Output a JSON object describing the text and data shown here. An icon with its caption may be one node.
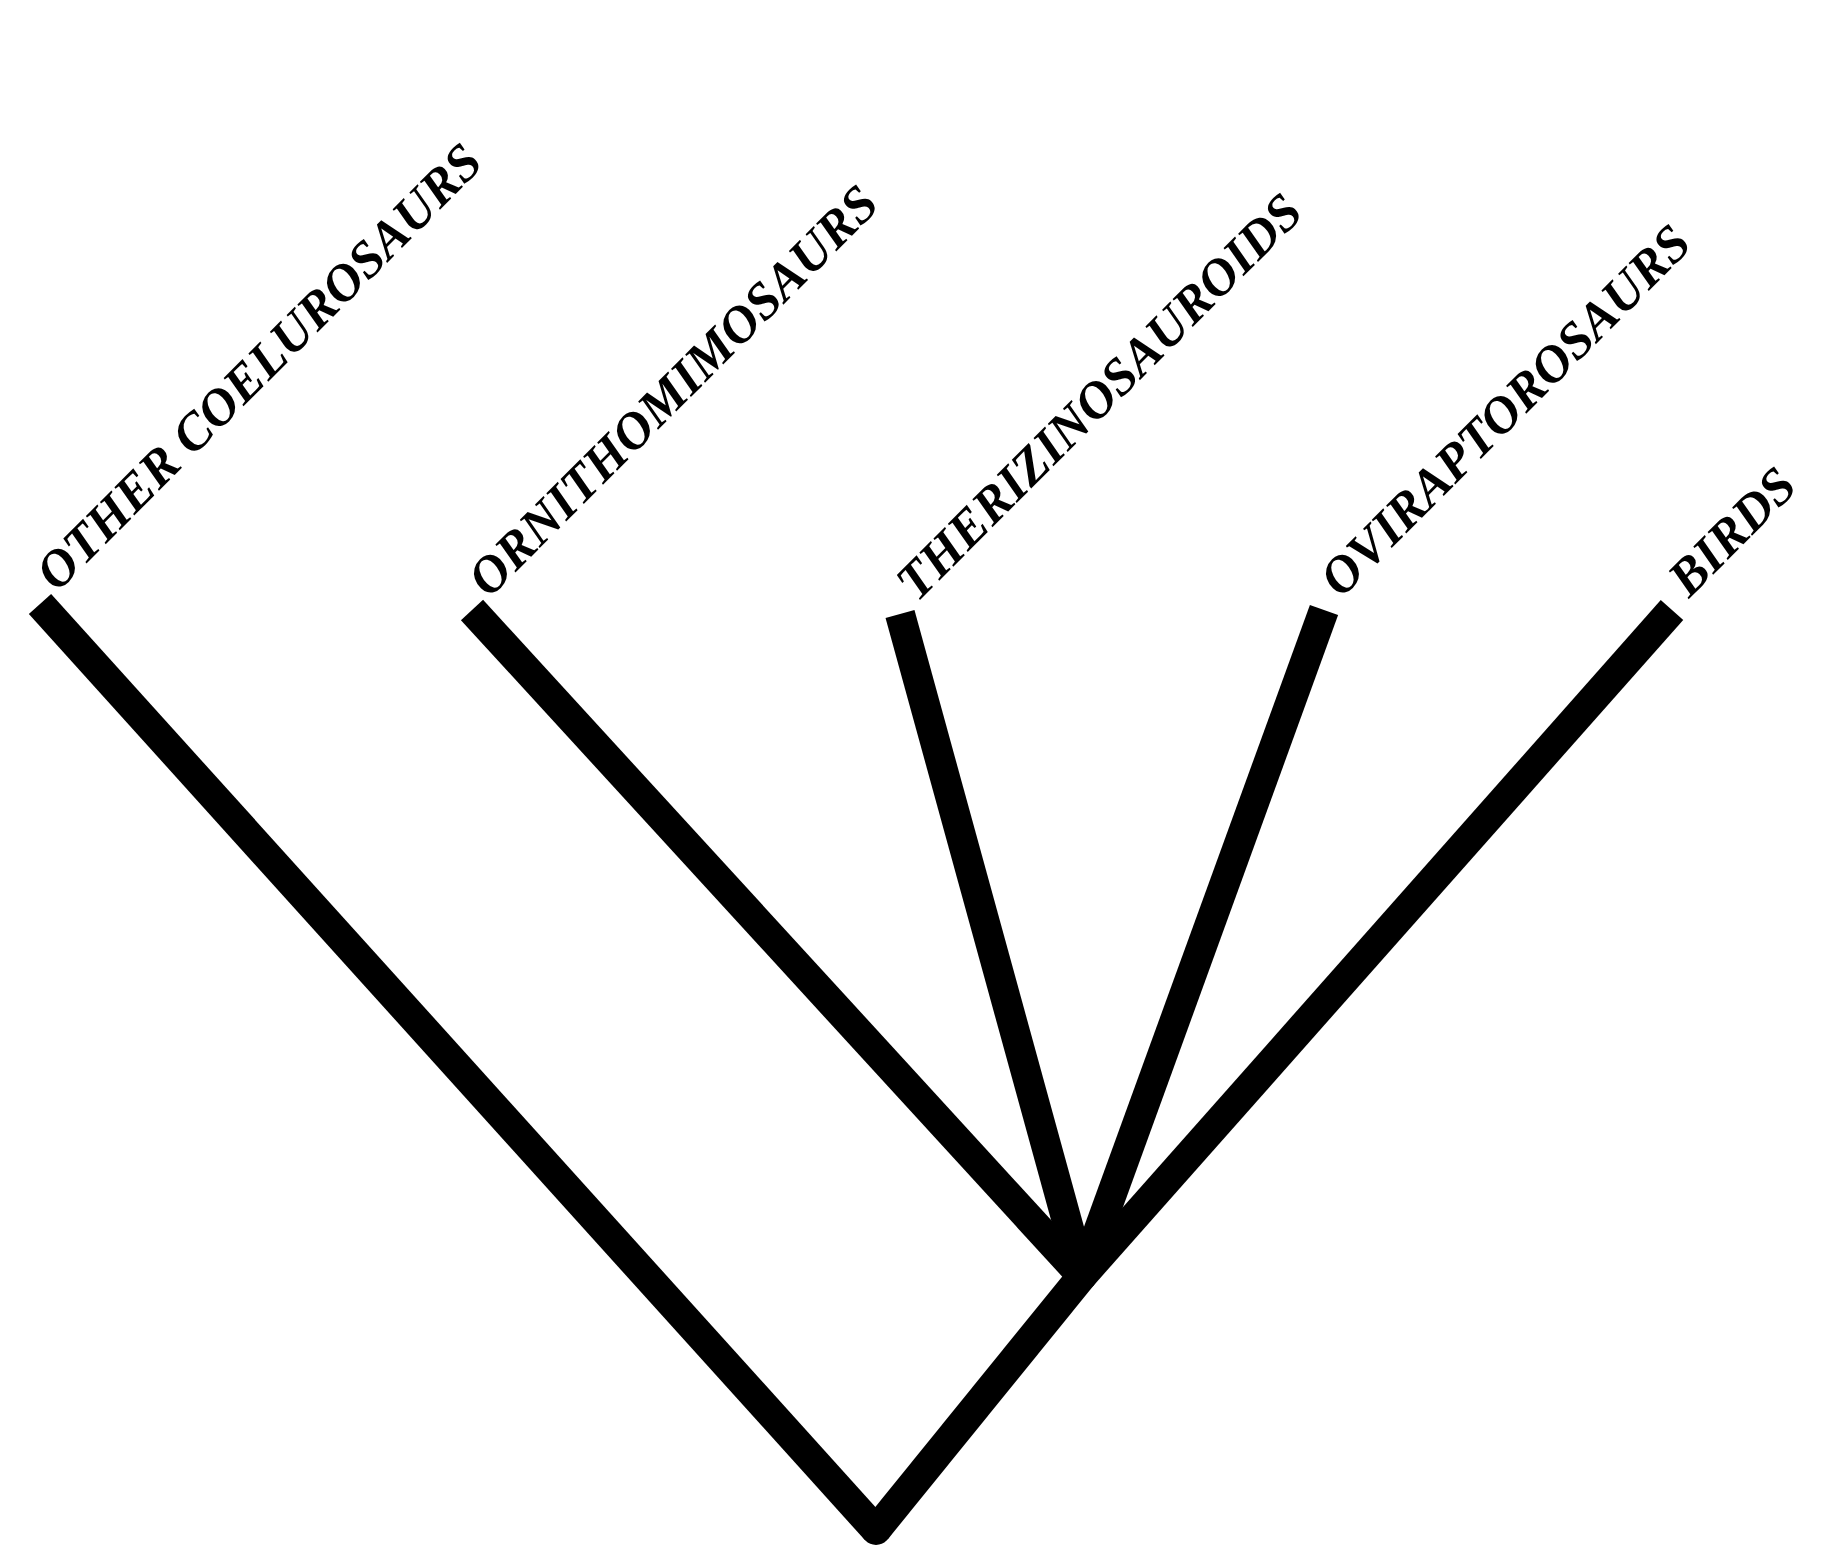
{
  "diagram": {
    "nodes": [
      {
        "text": [
          "OTHER COELUROSAURS"
        ]
      },
      {
        "text": [
          "ORNITHOMIMOSAURS"
        ]
      },
      {
        "text": [
          "THERIZINOSAUROIDS"
        ]
      },
      {
        "text": [
          "OVIRAPTOROSAURS"
        ]
      },
      {
        "text": [
          "BIRDS"
        ]
      },
      {
        "text": [],
        "shape": "point"
      },
      {
        "text": [],
        "shape": "point"
      }
    ],
    "edges": [
      {
        "from": 5,
        "to": 0,
        "arrow": "none"
      },
      {
        "from": 5,
        "to": 6,
        "arrow": "none"
      },
      {
        "from": 6,
        "to": 1,
        "arrow": "none"
      },
      {
        "from": 6,
        "to": 2,
        "arrow": "none"
      },
      {
        "from": 6,
        "to": 3,
        "arrow": "none"
      },
      {
        "from": 6,
        "to": 4,
        "arrow": "none"
      }
    ]
  }
}
